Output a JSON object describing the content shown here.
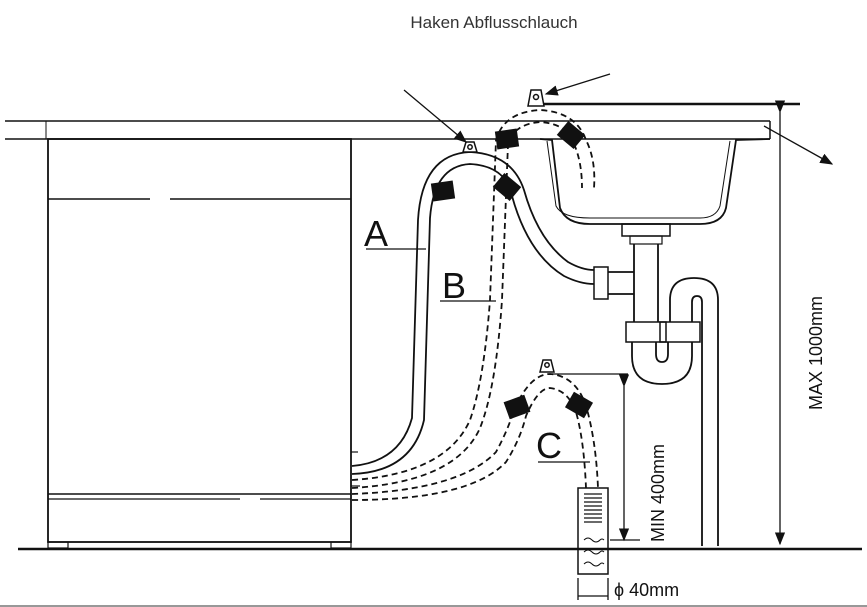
{
  "diagram": {
    "title": "Haken Abflusschlauch",
    "labels": {
      "a": "A",
      "b": "B",
      "c": "C",
      "max": "MAX 1000mm",
      "min": "MIN 400mm",
      "diameter": "ϕ 40mm"
    },
    "colors": {
      "line": "#111111",
      "clamp": "#111111",
      "background": "#ffffff"
    }
  }
}
